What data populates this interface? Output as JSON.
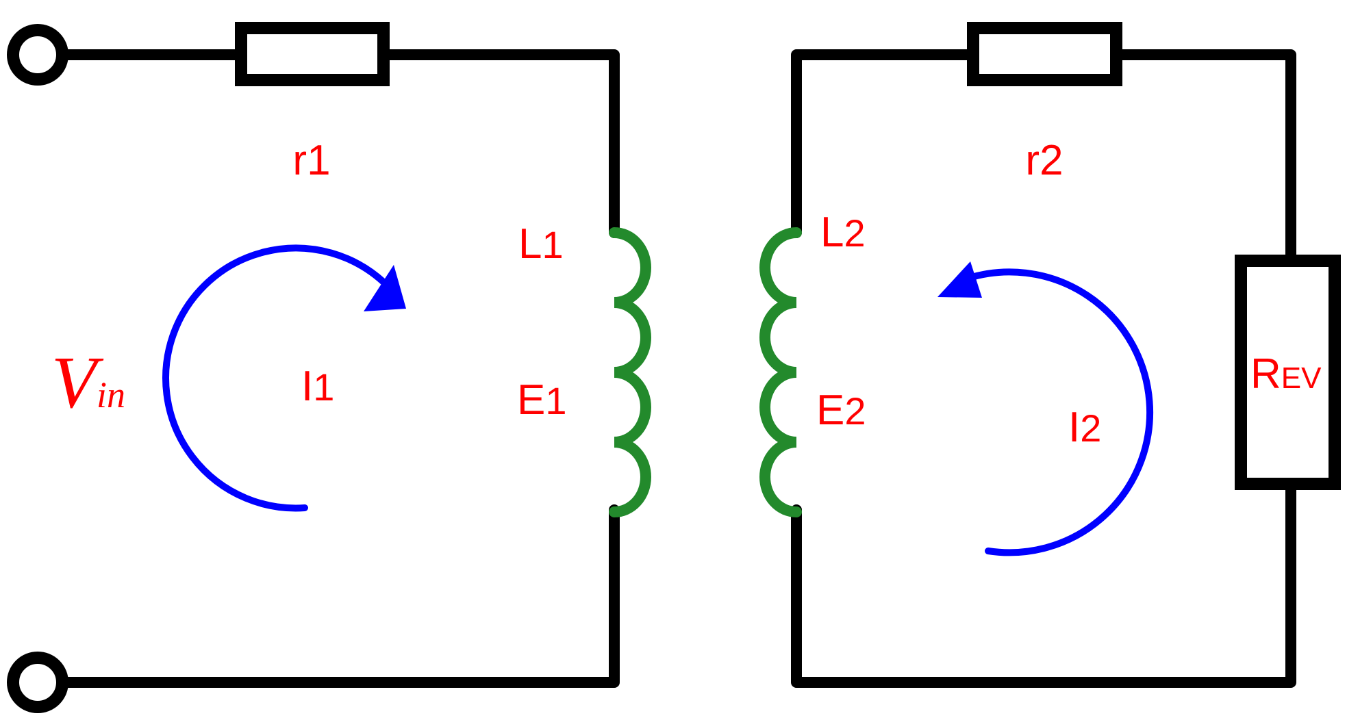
{
  "labels": {
    "r1": "r1",
    "r2": "r2",
    "l1": {
      "main": "L",
      "sub": "1"
    },
    "l2": {
      "main": "L",
      "sub": "2"
    },
    "e1": {
      "main": "E",
      "sub": "1"
    },
    "e2": {
      "main": "E",
      "sub": "2"
    },
    "i1": {
      "main": "I",
      "sub": "1"
    },
    "i2": {
      "main": "I",
      "sub": "2"
    },
    "rev": {
      "main": "R",
      "sub": "EV"
    },
    "vin": {
      "main": "V",
      "sub": "in"
    }
  },
  "colors": {
    "wire": "#000000",
    "coil": "#238a2c",
    "current_loop": "#0000ff",
    "label": "#ff0000"
  }
}
